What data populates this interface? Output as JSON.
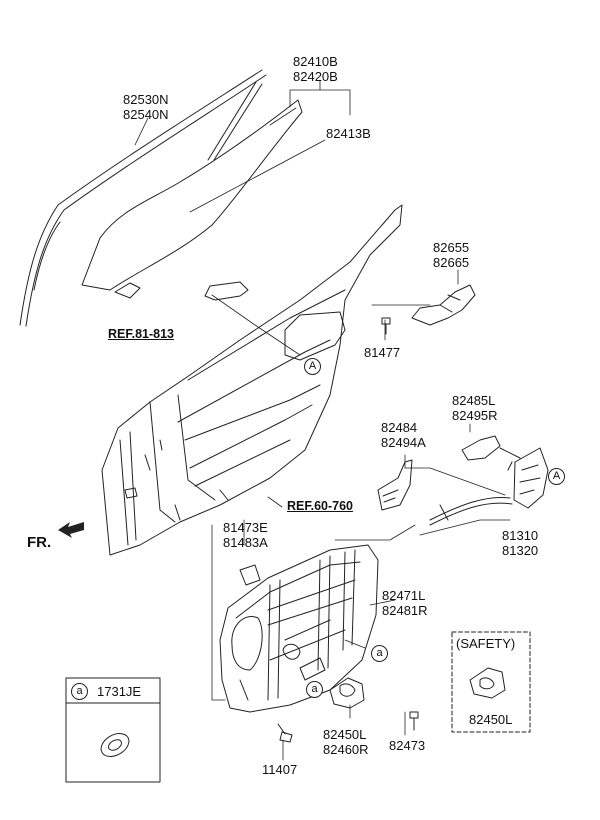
{
  "labels": {
    "run_channel": [
      "82530N",
      "82540N"
    ],
    "glass": [
      "82410B",
      "82420B"
    ],
    "glass_sub": "82413B",
    "ref_handle": "REF.81-813",
    "door_check": [
      "82655",
      "82665"
    ],
    "bolt_81477": "81477",
    "latch_inner": [
      "82485L",
      "82495R"
    ],
    "latch_bracket": [
      "82484",
      "82494A"
    ],
    "ref_door": "REF.60-760",
    "actuator": [
      "81310",
      "81320"
    ],
    "clip": [
      "81473E",
      "81483A"
    ],
    "regulator": [
      "82471L",
      "82481R"
    ],
    "motor": [
      "82450L",
      "82460R"
    ],
    "bolt_82473": "82473",
    "bolt_11407": "11407",
    "safety_title": "(SAFETY)",
    "safety_motor": "82450L",
    "legend_part": "1731JE",
    "front": "FR."
  },
  "callouts": [
    "A",
    "A",
    "a",
    "a",
    "a"
  ]
}
